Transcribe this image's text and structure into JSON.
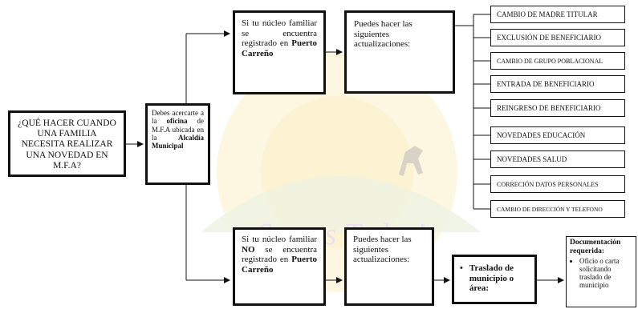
{
  "question": "¿QUÉ HACER CUANDO UNA FAMILIA NECESITA REALIZAR UNA NOVEDAD EN M.F.A?",
  "step1": {
    "pre": "Debes acercarte a la",
    "b1": "oficina",
    "mid": "de M.F.A ubicada en la",
    "b2": "Alcaldía Municipal"
  },
  "yes_branch": {
    "pre": "Si tu núcleo familiar se encuentra registrado en",
    "place": "Puerto Carreño",
    "next": "Puedes hacer las siguientes actualizaciones:"
  },
  "no_branch": {
    "pre1": "Si tu núcleo familiar",
    "neg": "NO",
    "pre2": "se encuentra registrado en",
    "place": "Puerto Carreño",
    "next": "Puedes hacer las siguientes actualizaciones:",
    "action": "Traslado de municipio o área:",
    "doc_title": "Documentación requerida:",
    "doc_item": "Oficio o carta solicitando traslado de municipio"
  },
  "updates": [
    "CAMBIO DE MADRE TITULAR",
    "EXCLUSIÓN DE BENEFICIARIO",
    "CAMBIO DE GRUPO POBLACIONAL",
    "ENTRADA DE BENEFICIARIO",
    "REINGRESO DE BENEFICIARIO",
    "NOVEDADES EDUCACIÓN",
    "NOVEDADES SALUD",
    "CORRECIÓN DATOS PERSONALES",
    "CAMBIO DE DIRECCIÓN Y TELEFONO"
  ],
  "watermark_text": "Somos Todos!",
  "colors": {
    "ink": "#111111",
    "watermark": "#e9dcf0",
    "sun": "#fbf0c8"
  }
}
